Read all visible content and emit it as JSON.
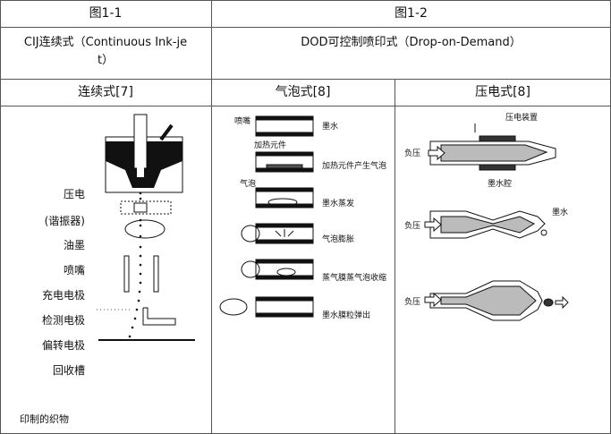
{
  "row1": {
    "left": "图1-1",
    "right": "图1-2"
  },
  "row2": {
    "left_line1": "CIJ连续式（Continuous Ink-je",
    "left_line2": "t）",
    "right": "DOD可控制喷印式（Drop-on-Demand）"
  },
  "row3": {
    "col1": "连续式[7]",
    "col2": "气泡式[8]",
    "col3": "压电式[8]"
  },
  "cij_labels": [
    "压电",
    "(谐振器)",
    "油墨",
    "喷嘴",
    "充电电极",
    "检测电极",
    "偏转电极",
    "回收槽"
  ],
  "cij_bottom_label": "印制的织物",
  "bubble_labels": [
    "喷嘴",
    "墨水",
    "加热元件",
    "加热元件产生气泡",
    "气泡",
    "墨水蒸发",
    "气泡膨胀",
    "蒸气膜蒸气泡收缩",
    "墨水膜粒弹出"
  ],
  "piezo_labels": [
    "压电装置",
    "负压",
    "墨水腔",
    "负压",
    "墨水",
    "负压"
  ]
}
